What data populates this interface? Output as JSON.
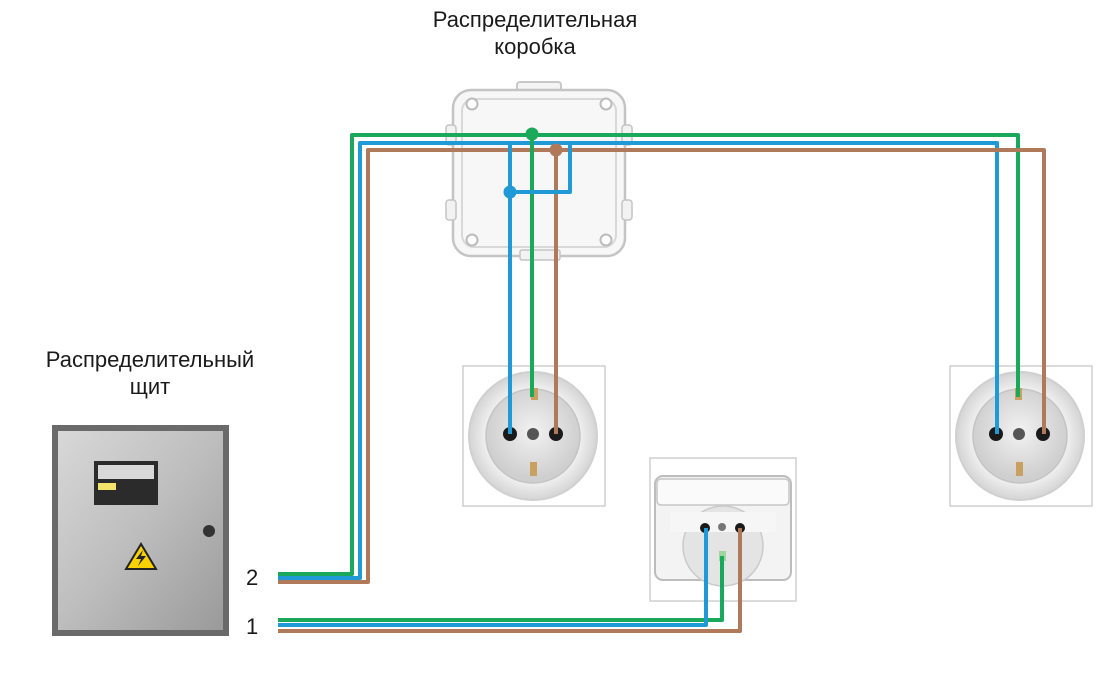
{
  "labels": {
    "junction_box": [
      "Распределительная",
      "коробка"
    ],
    "panel": [
      "Распределительный",
      "щит"
    ]
  },
  "lines": {
    "line_2": "2",
    "line_1": "1"
  },
  "wire_colors": {
    "protective_earth": "#1aa85a",
    "neutral": "#1f9ad6",
    "phase": "#b07a5a"
  }
}
